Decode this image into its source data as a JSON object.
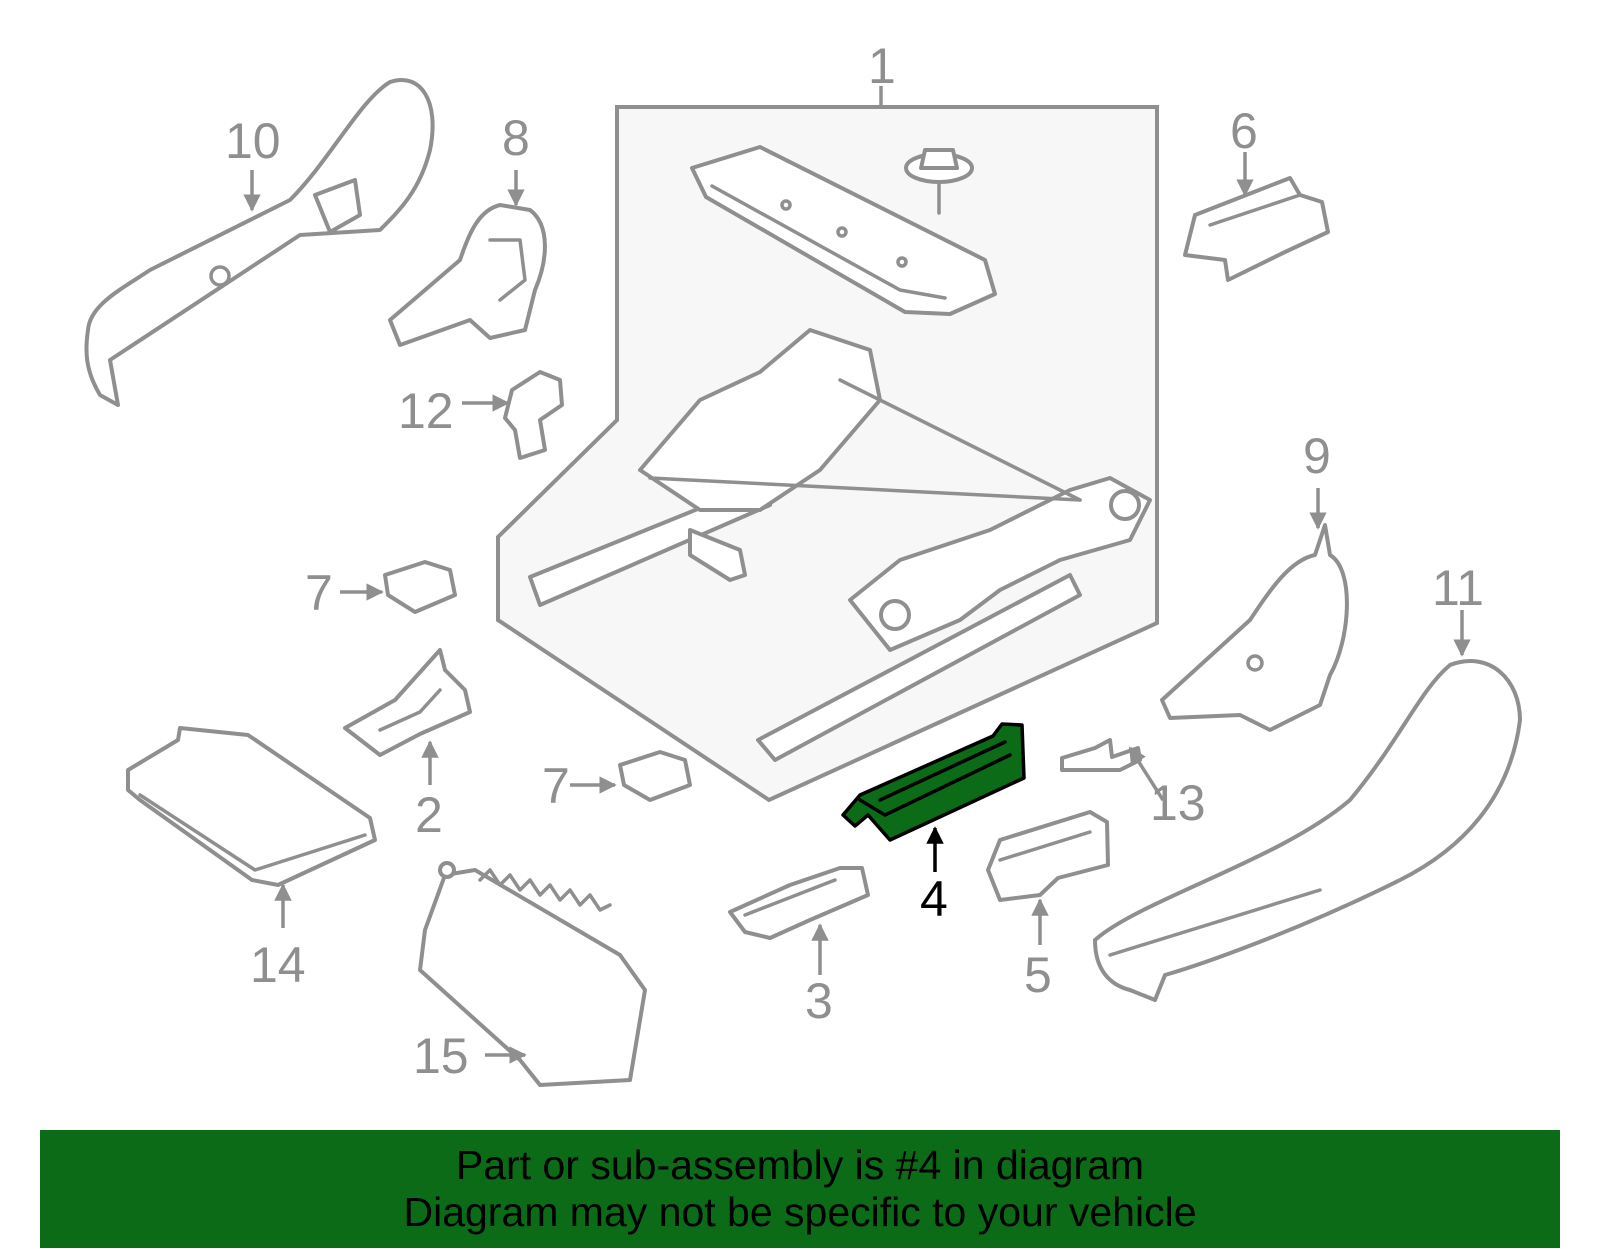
{
  "diagram": {
    "callouts": [
      "1",
      "2",
      "3",
      "4",
      "5",
      "6",
      "7",
      "7",
      "8",
      "9",
      "10",
      "11",
      "12",
      "13",
      "14",
      "15"
    ],
    "highlighted_part": "4"
  },
  "colors": {
    "highlight": "#0b6b16",
    "line": "#8f8f8f",
    "banner": "#0b6b16",
    "banner_text": "#000000"
  },
  "banner": {
    "line1": "Part or sub-assembly is #4 in diagram",
    "line2": "Diagram may not be specific to your vehicle"
  }
}
